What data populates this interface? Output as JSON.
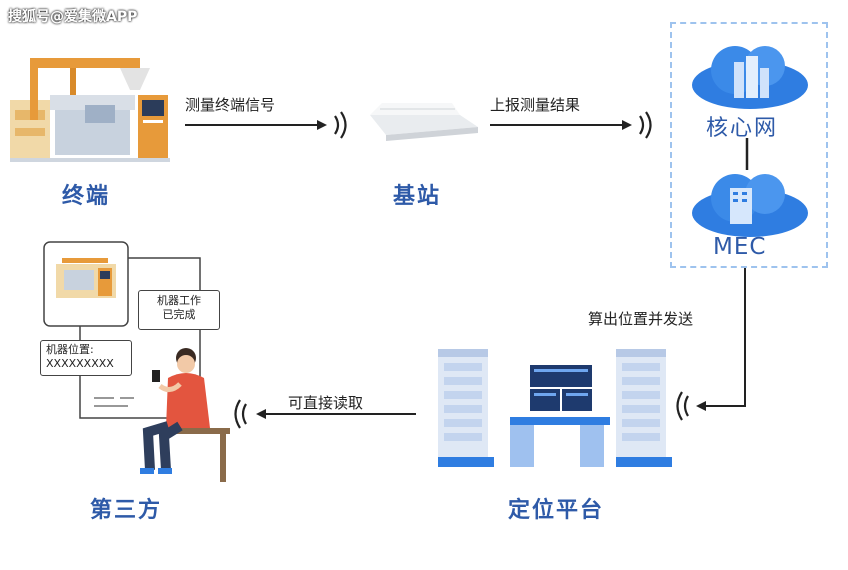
{
  "watermark": "搜狐号@爱集微APP",
  "nodes": {
    "terminal": "终端",
    "base_station": "基站",
    "core_network": "核心网",
    "mec": "MEC",
    "platform": "定位平台",
    "third_party": "第三方"
  },
  "edges": {
    "terminal_to_bs": "测量终端信号",
    "bs_to_core": "上报测量结果",
    "mec_to_platform": "算出位置并发送",
    "platform_to_third": "可直接读取"
  },
  "bubbles": {
    "task_done": "机器工作\n已完成",
    "position_title": "机器位置:",
    "position_value": "XXXXXXXXX"
  },
  "colors": {
    "accent": "#2e5aa8",
    "cloud": "#2f7de1",
    "arrow": "#222222",
    "dashed_box": "#9ec3ee"
  },
  "icons": [
    "factory-robot-icon",
    "base-station-icon",
    "cloud-icon",
    "server-rack-icon",
    "monitor-icon",
    "wifi-signal-icon",
    "person-phone-icon"
  ]
}
